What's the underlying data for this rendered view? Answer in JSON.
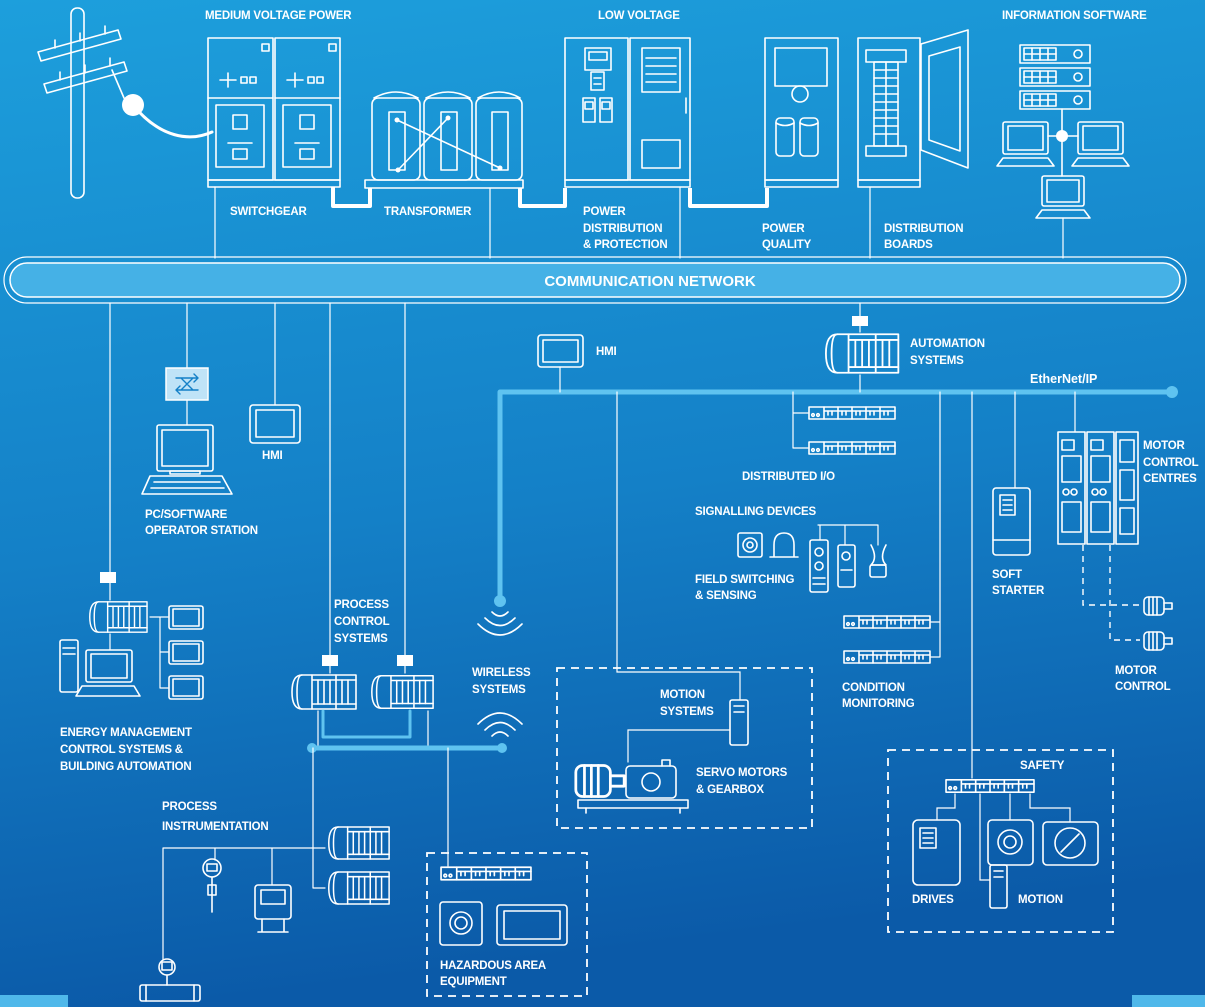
{
  "sections": {
    "medium_voltage": "MEDIUM VOLTAGE POWER",
    "low_voltage": "LOW VOLTAGE",
    "information_software": "INFORMATION SOFTWARE"
  },
  "equipment": {
    "switchgear": "SWITCHGEAR",
    "transformer": "TRANSFORMER",
    "power_distribution": [
      "POWER",
      "DISTRIBUTION",
      "& PROTECTION"
    ],
    "power_quality": [
      "POWER",
      "QUALITY"
    ],
    "distribution_boards": [
      "DISTRIBUTION",
      "BOARDS"
    ]
  },
  "network": {
    "communication": "COMMUNICATION NETWORK",
    "ethernet": "EtherNet/IP"
  },
  "nodes": {
    "hmi_center": "HMI",
    "automation_systems": [
      "AUTOMATION",
      "SYSTEMS"
    ],
    "hmi_left": "HMI",
    "operator_station": [
      "PC/SOFTWARE",
      "OPERATOR STATION"
    ],
    "distributed_io": "DISTRIBUTED I/O",
    "signalling_devices": "SIGNALLING DEVICES",
    "field_switching": [
      "FIELD SWITCHING",
      "& SENSING"
    ],
    "motor_control_centres": [
      "MOTOR",
      "CONTROL",
      "CENTRES"
    ],
    "soft_starter": [
      "SOFT",
      "STARTER"
    ],
    "process_control": [
      "PROCESS",
      "CONTROL",
      "SYSTEMS"
    ],
    "wireless": [
      "WIRELESS",
      "SYSTEMS"
    ],
    "motion_systems": [
      "MOTION",
      "SYSTEMS"
    ],
    "condition_monitoring": [
      "CONDITION",
      "MONITORING"
    ],
    "motor_control": [
      "MOTOR",
      "CONTROL"
    ],
    "energy_management": [
      "ENERGY MANAGEMENT",
      "CONTROL SYSTEMS &",
      "BUILDING AUTOMATION"
    ],
    "servo_motors": [
      "SERVO MOTORS",
      "& GEARBOX"
    ],
    "safety": "SAFETY",
    "process_instrumentation": [
      "PROCESS",
      "INSTRUMENTATION"
    ],
    "drives": "DRIVES",
    "motion": "MOTION",
    "hazardous_area": [
      "HAZARDOUS AREA",
      "EQUIPMENT"
    ]
  },
  "colors": {
    "background_top": "#1d9fdc",
    "background_bottom": "#0b5aa8",
    "ethernet_bus": "#5fc3f0",
    "network_bar": "#45b1e6",
    "line_art": "#ffffff",
    "corner_tab": "#4fb8ea"
  }
}
